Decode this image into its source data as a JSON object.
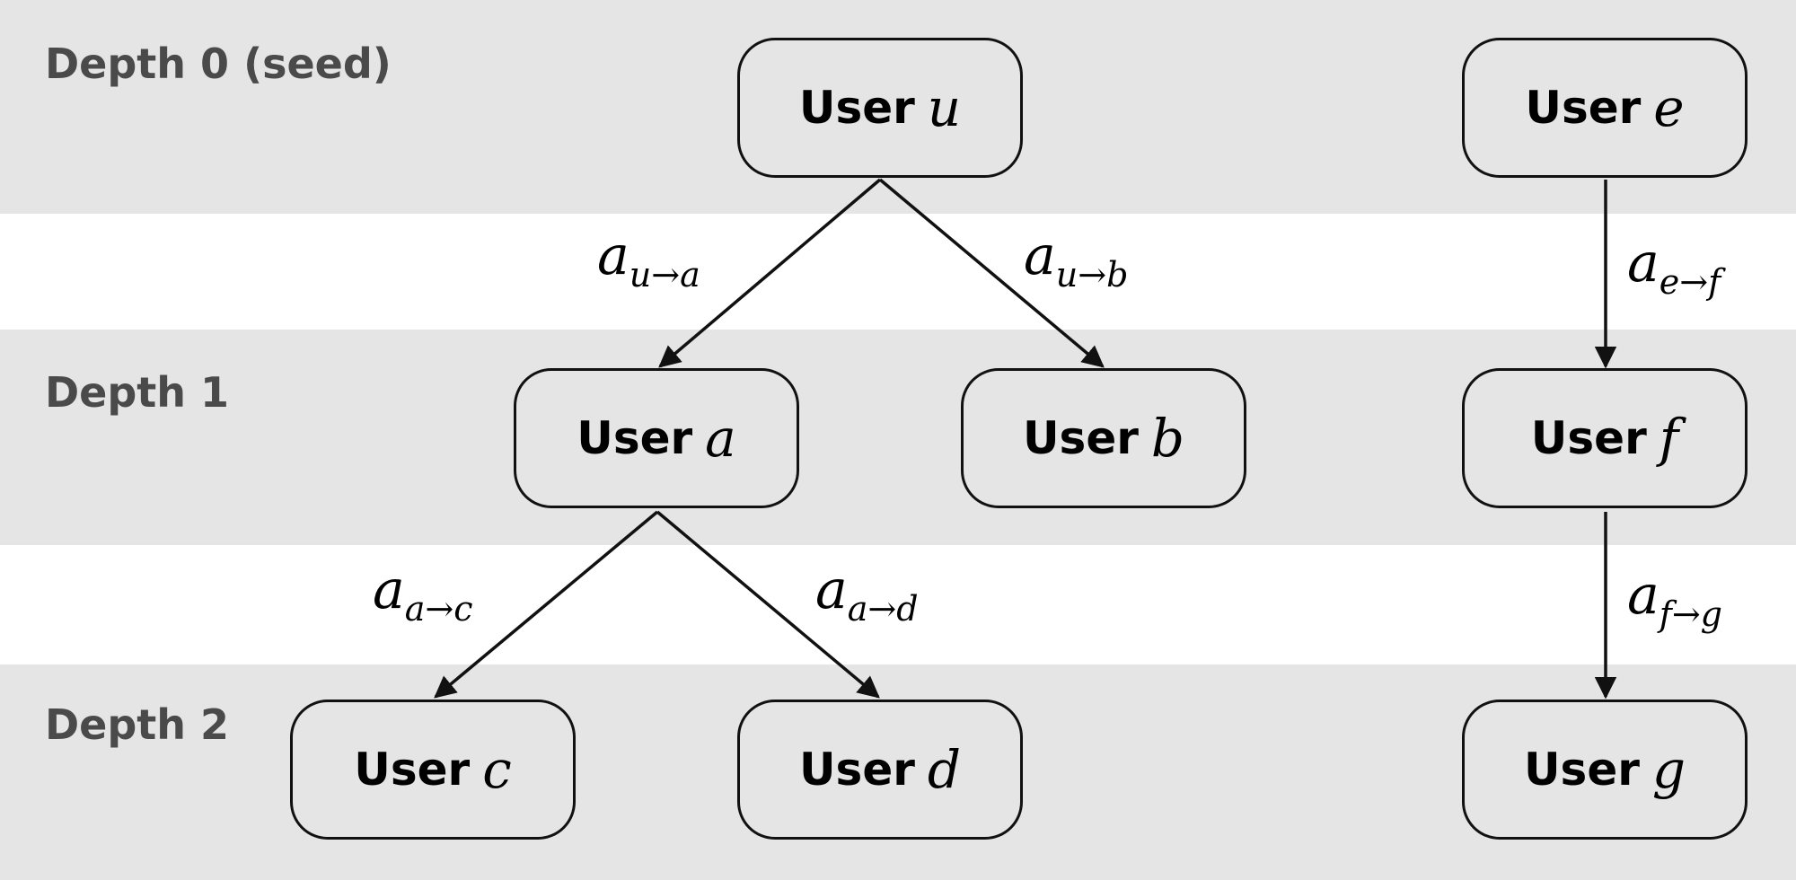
{
  "depth_labels": [
    "Depth 0 (seed)",
    "Depth 1",
    "Depth 2"
  ],
  "node_word": "User",
  "nodes": {
    "u": "u",
    "e": "e",
    "a": "a",
    "b": "b",
    "f": "f",
    "c": "c",
    "d": "d",
    "g": "g"
  },
  "edges": {
    "u_a": {
      "base": "a",
      "sub": "u→a"
    },
    "u_b": {
      "base": "a",
      "sub": "u→b"
    },
    "e_f": {
      "base": "a",
      "sub": "e→f"
    },
    "a_c": {
      "base": "a",
      "sub": "a→c"
    },
    "a_d": {
      "base": "a",
      "sub": "a→d"
    },
    "f_g": {
      "base": "a",
      "sub": "f→g"
    }
  },
  "colors": {
    "band": "#e5e5e5",
    "stroke": "#111111",
    "depth_text": "#4a4a4a"
  }
}
